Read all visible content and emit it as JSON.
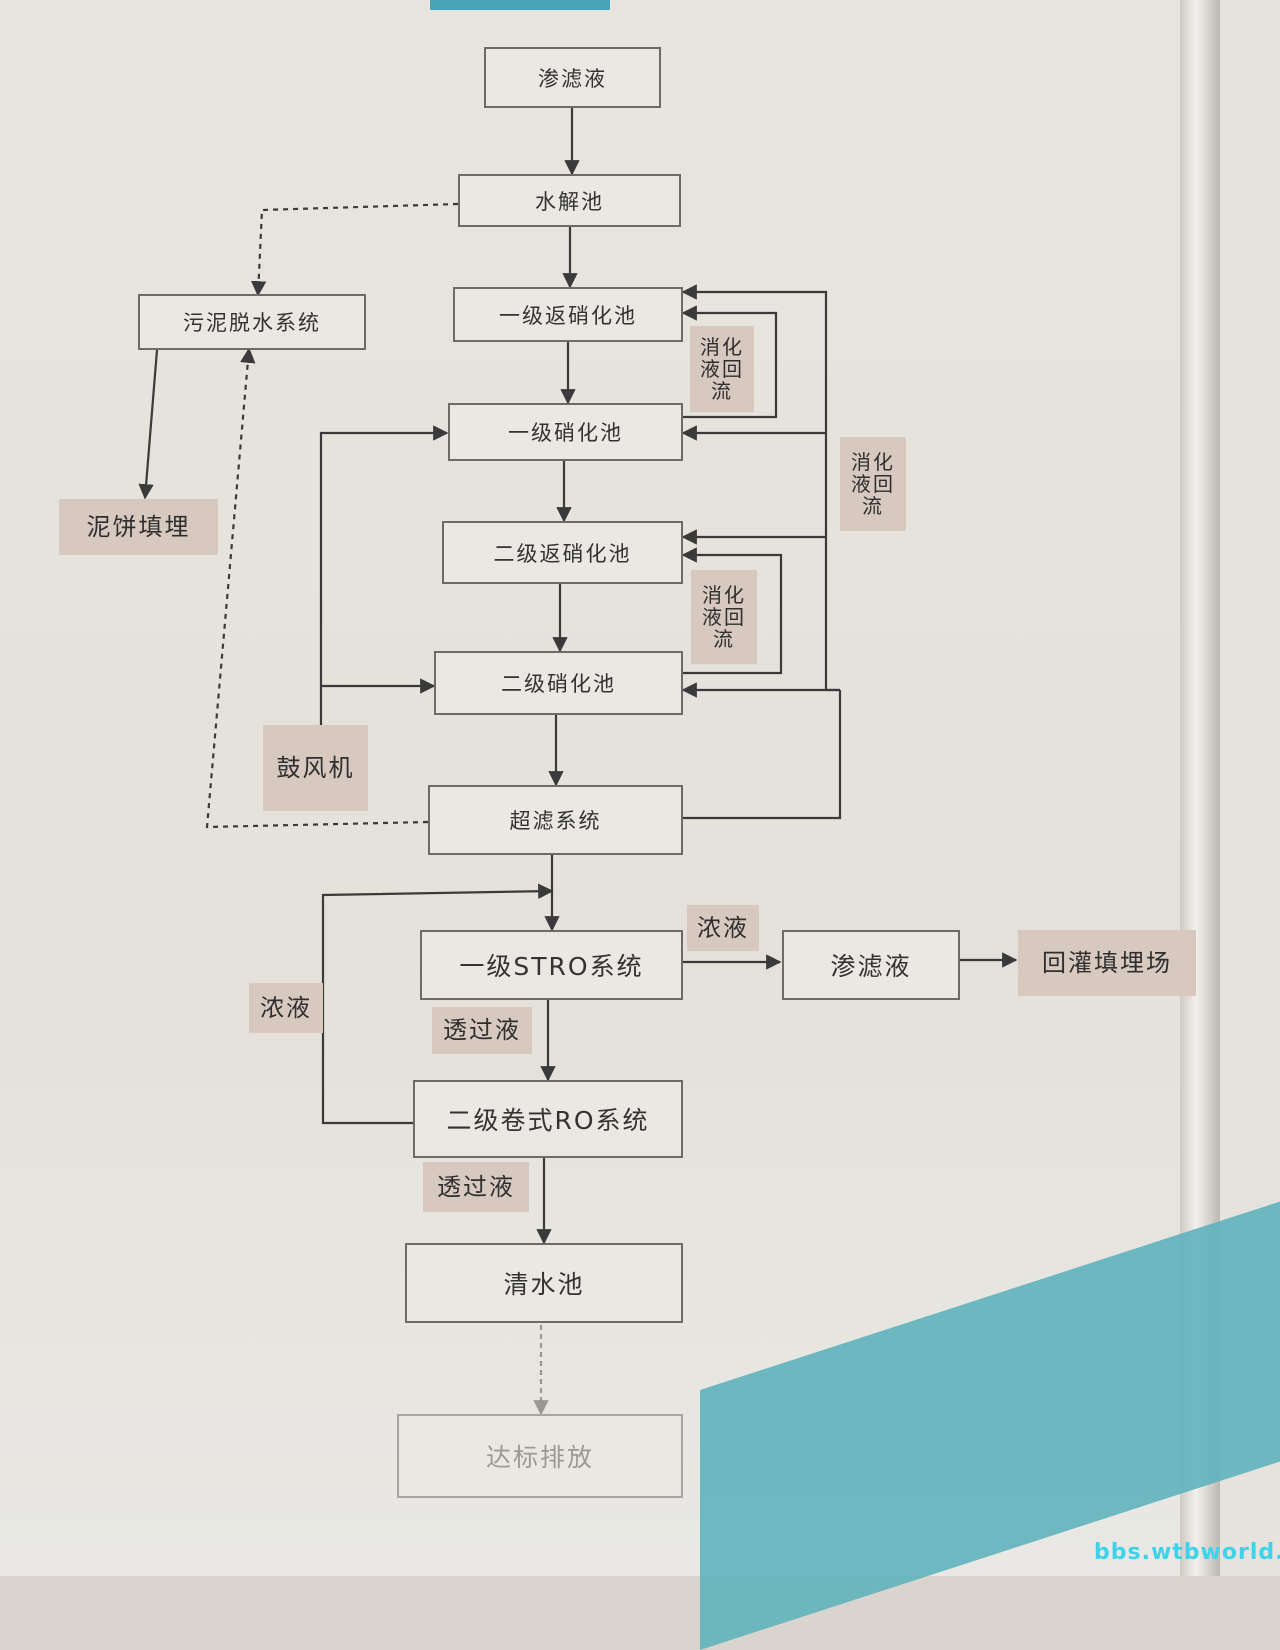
{
  "boxes": {
    "leachate_in": "渗滤液",
    "hydrolysis": "水解池",
    "sludge_dewater": "污泥脱水系统",
    "denit1": "一级返硝化池",
    "nit1": "一级硝化池",
    "denit2": "二级返硝化池",
    "nit2": "二级硝化池",
    "uf": "超滤系统",
    "stro": "一级STRO系统",
    "leachate_out": "渗滤液",
    "ro2": "二级卷式RO系统",
    "clear_pool": "清水池",
    "discharge": "达标排放"
  },
  "tags": {
    "sludge_cake": "泥饼填埋",
    "reflux1": "消化\n液回\n流",
    "reflux_outer": "消化\n液回\n流",
    "reflux2": "消化\n液回\n流",
    "blower": "鼓风机",
    "concentrate_right": "浓液",
    "concentrate_left": "浓液",
    "permeate1": "透过液",
    "permeate2": "透过液",
    "landfill_reinject": "回灌填埋场"
  },
  "watermark": "bbs.wtbworld.com",
  "colors": {
    "line": "#3a3a3a",
    "box_border": "#6e6a66",
    "tag_fill": "#d7c9bf"
  }
}
